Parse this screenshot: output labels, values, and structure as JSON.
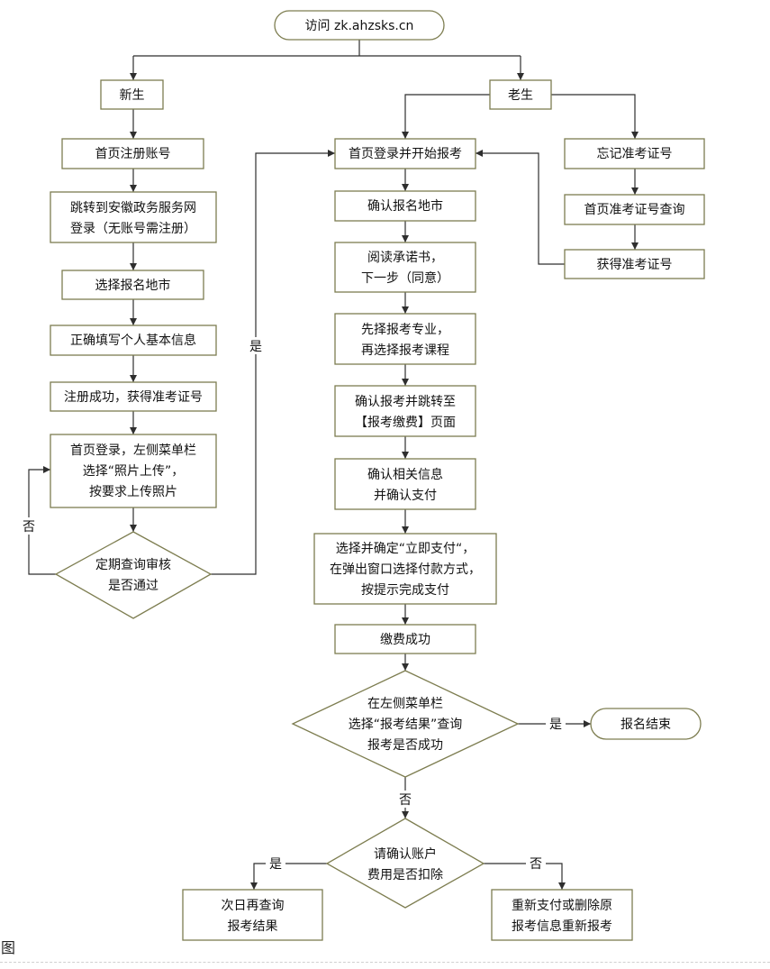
{
  "colors": {
    "node_border": "#7d7d50",
    "node_fill": "#ffffff",
    "connector": "#2e2e2e",
    "text": "#111111"
  },
  "nodes": {
    "start": {
      "lines": [
        "访问 zk.ahzsks.cn"
      ]
    },
    "new_student": {
      "lines": [
        "新生"
      ]
    },
    "old_student": {
      "lines": [
        "老生"
      ]
    },
    "register_account": {
      "lines": [
        "首页注册账号"
      ]
    },
    "jump_gov_portal": {
      "lines": [
        "跳转到安徽政务服务网",
        "登录（无账号需注册）"
      ]
    },
    "select_city_new": {
      "lines": [
        "选择报名地市"
      ]
    },
    "fill_info": {
      "lines": [
        "正确填写个人基本信息"
      ]
    },
    "register_success": {
      "lines": [
        "注册成功，获得准考证号"
      ]
    },
    "upload_photo": {
      "lines": [
        "首页登录，左侧菜单栏",
        "选择“照片上传”，",
        "按要求上传照片"
      ]
    },
    "review_decision": {
      "lines": [
        "定期查询审核",
        "是否通过"
      ]
    },
    "login_start": {
      "lines": [
        "首页登录并开始报考"
      ]
    },
    "confirm_city": {
      "lines": [
        "确认报名地市"
      ]
    },
    "read_pledge": {
      "lines": [
        "阅读承诺书，",
        "下一步（同意）"
      ]
    },
    "choose_major": {
      "lines": [
        "先择报考专业，",
        "再选择报考课程"
      ]
    },
    "confirm_apply": {
      "lines": [
        "确认报考并跳转至",
        "【报考缴费】页面"
      ]
    },
    "confirm_pay": {
      "lines": [
        "确认相关信息",
        "并确认支付"
      ]
    },
    "pay_now": {
      "lines": [
        "选择并确定“立即支付“，",
        "在弹出窗口选择付款方式，",
        "按提示完成支付"
      ]
    },
    "pay_success": {
      "lines": [
        "缴费成功"
      ]
    },
    "result_decision": {
      "lines": [
        "在左侧菜单栏",
        "选择“报考结果”查询",
        "报考是否成功"
      ]
    },
    "end": {
      "lines": [
        "报名结束"
      ]
    },
    "deduct_decision": {
      "lines": [
        "请确认账户",
        "费用是否扣除"
      ]
    },
    "next_day": {
      "lines": [
        "次日再查询",
        "报考结果"
      ]
    },
    "repay": {
      "lines": [
        "重新支付或删除原",
        "报考信息重新报考"
      ]
    },
    "forgot_ticket": {
      "lines": [
        "忘记准考证号"
      ]
    },
    "query_ticket": {
      "lines": [
        "首页准考证号查询"
      ]
    },
    "get_ticket": {
      "lines": [
        "获得准考证号"
      ]
    }
  },
  "edge_labels": {
    "review_no": "否",
    "review_yes": "是",
    "result_yes": "是",
    "result_no": "否",
    "deduct_yes": "是",
    "deduct_no": "否"
  },
  "caption": "图"
}
